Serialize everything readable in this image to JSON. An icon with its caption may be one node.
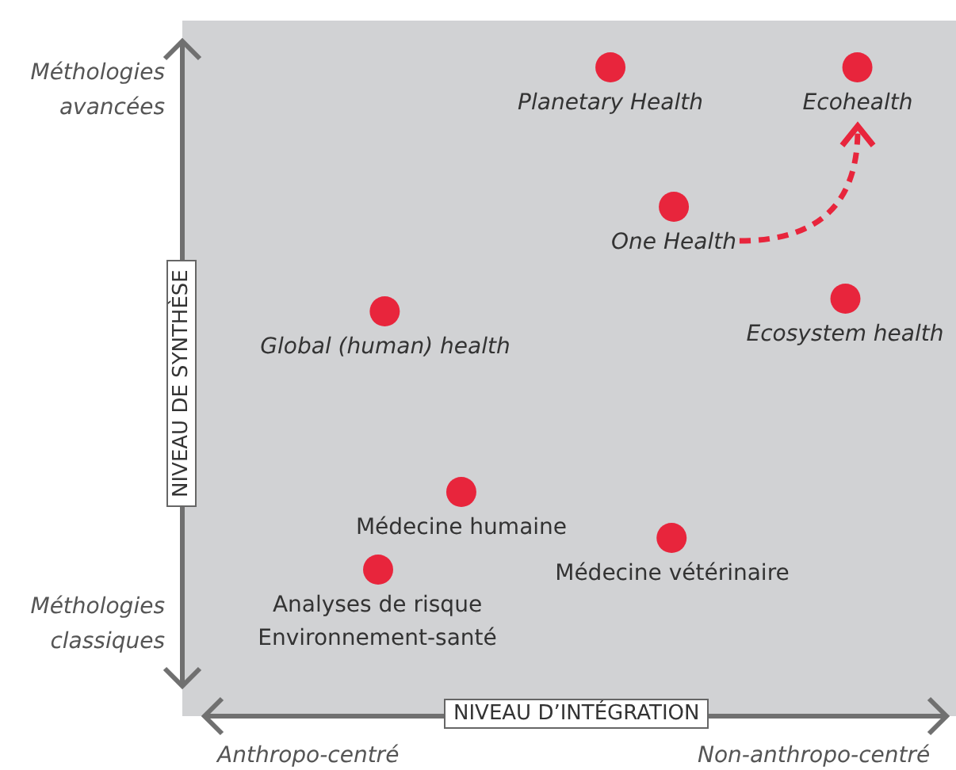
{
  "diagram": {
    "nodes": [
      {
        "text": [
          "Planetary Health"
        ]
      },
      {
        "text": [
          "Ecohealth"
        ]
      },
      {
        "text": [
          "One Health"
        ]
      },
      {
        "text": [
          "Global (human) health"
        ]
      },
      {
        "text": [
          "Ecosystem health"
        ]
      },
      {
        "text": [
          "Médecine humaine"
        ]
      },
      {
        "text": [
          "Médecine vétérinaire"
        ]
      },
      {
        "text": [
          "Analyses de risque Environnement-santé"
        ]
      }
    ],
    "edges": [
      {
        "from": 2,
        "to": 1,
        "arrow": "to",
        "style": "dashed",
        "color": "#e8253c"
      }
    ],
    "labels": [
      "Méthologies avancées",
      "NIVEAU DE SYNTHÈSE",
      "Méthologies classiques",
      "NIVEAU D’INTÉGRATION",
      "Anthropo-centré",
      "Non-anthropo-centré"
    ]
  }
}
